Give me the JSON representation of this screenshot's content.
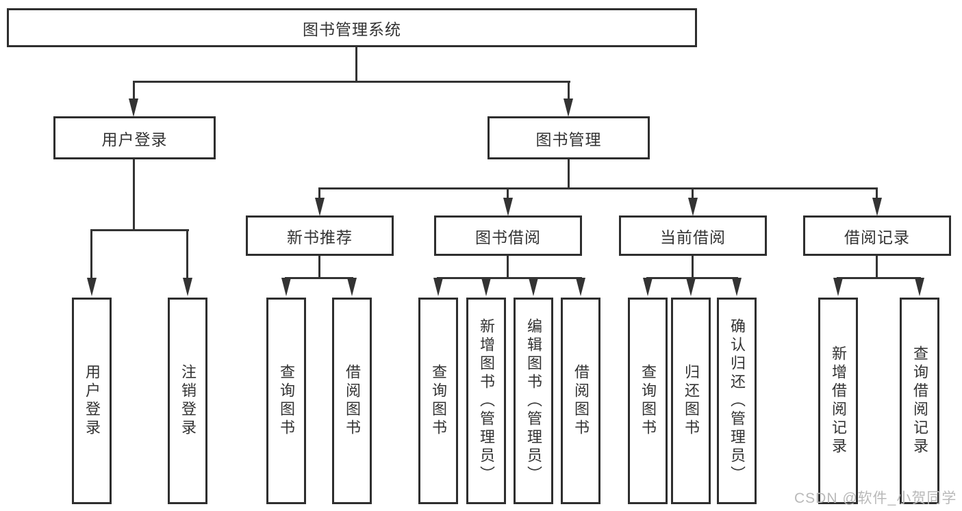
{
  "tree": {
    "label": "图书管理系统",
    "children": [
      {
        "label": "用户登录",
        "children": [
          {
            "label": "用户登录"
          },
          {
            "label": "注销登录"
          }
        ]
      },
      {
        "label": "图书管理",
        "children": [
          {
            "label": "新书推荐",
            "children": [
              {
                "label": "查询图书"
              },
              {
                "label": "借阅图书"
              }
            ]
          },
          {
            "label": "图书借阅",
            "children": [
              {
                "label": "查询图书"
              },
              {
                "label": "新增图书（管理员）"
              },
              {
                "label": "编辑图书（管理员）"
              },
              {
                "label": "借阅图书"
              }
            ]
          },
          {
            "label": "当前借阅",
            "children": [
              {
                "label": "查询图书"
              },
              {
                "label": "归还图书"
              },
              {
                "label": "确认归还（管理员）"
              }
            ]
          },
          {
            "label": "借阅记录",
            "children": [
              {
                "label": "新增借阅记录"
              },
              {
                "label": "查询借阅记录"
              }
            ]
          }
        ]
      }
    ]
  },
  "watermark": "CSDN @软件_小贺同学",
  "colors": {
    "line": "#333333",
    "border": "#2e2e2e",
    "watermark": "#b9b9b9",
    "background": "#ffffff"
  }
}
